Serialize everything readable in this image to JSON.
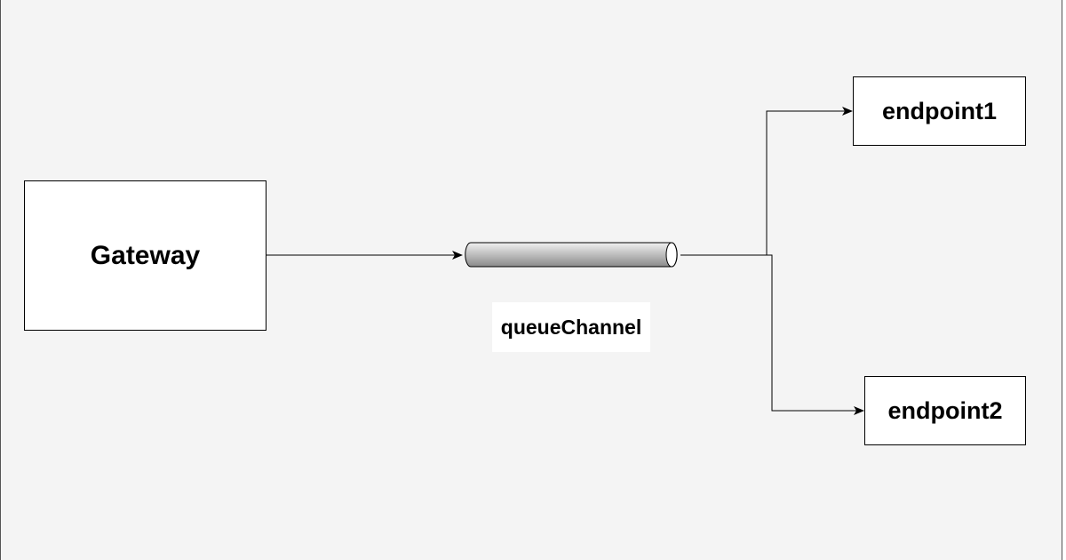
{
  "nodes": {
    "gateway": "Gateway",
    "channel": "queueChannel",
    "endpoint1": "endpoint1",
    "endpoint2": "endpoint2"
  },
  "colors": {
    "background": "#f4f4f4",
    "box_fill": "#ffffff",
    "stroke": "#000000",
    "cylinder_light": "#f0f0f0",
    "cylinder_dark": "#8a8a8a"
  },
  "edges": [
    {
      "from": "Gateway",
      "to": "queueChannel"
    },
    {
      "from": "queueChannel",
      "to": "endpoint1"
    },
    {
      "from": "queueChannel",
      "to": "endpoint2"
    }
  ]
}
